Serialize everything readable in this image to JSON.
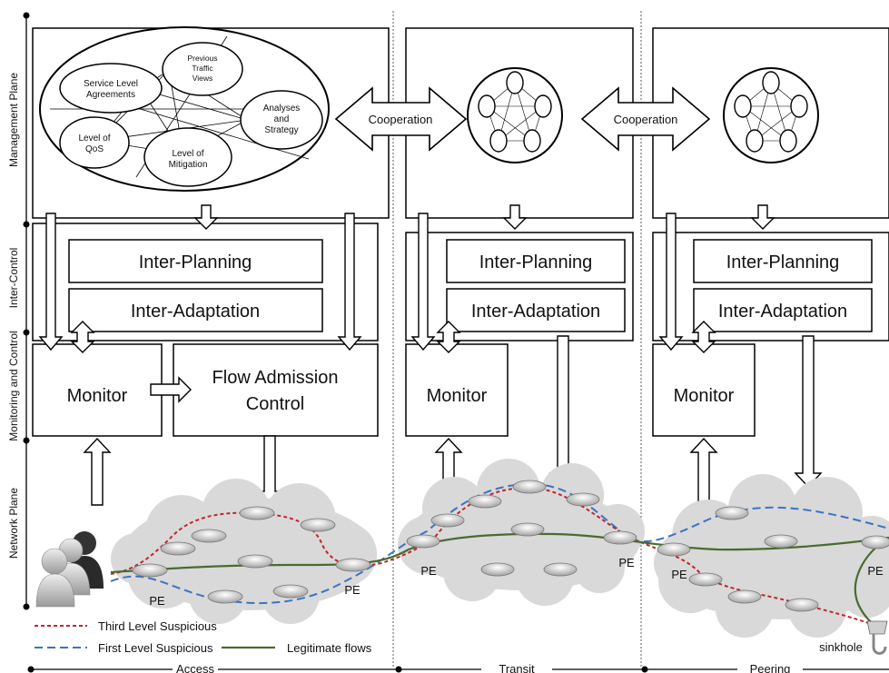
{
  "planes": {
    "management": "Management Plane",
    "inter_control": "Inter-Control",
    "monitoring_control": "Monitoring and Control",
    "network": "Network Plane"
  },
  "domains": {
    "access": "Access",
    "transit": "Transit",
    "peering": "Peering"
  },
  "management_nodes": {
    "sla": [
      "Service Level",
      "Agreements"
    ],
    "previous": [
      "Previous",
      "Traffic",
      "Views"
    ],
    "analyses": [
      "Analyses",
      "and",
      "Strategy"
    ],
    "qos": [
      "Level of",
      "QoS"
    ],
    "mitigation": [
      "Level of",
      "Mitigation"
    ]
  },
  "cooperation": "Cooperation",
  "inter_planning": "Inter-Planning",
  "inter_adaptation": "Inter-Adaptation",
  "monitor": "Monitor",
  "flow_admission": [
    "Flow Admission",
    "Control"
  ],
  "pe": "PE",
  "sinkhole": "sinkhole",
  "legend": {
    "third": "Third Level Suspicious",
    "first": "First Level Suspicious",
    "legit": "Legitimate flows"
  },
  "colors": {
    "third": "#c0272d",
    "first": "#3a74c1",
    "legit": "#4a6b2f",
    "cloud": "#d9d9d9"
  }
}
